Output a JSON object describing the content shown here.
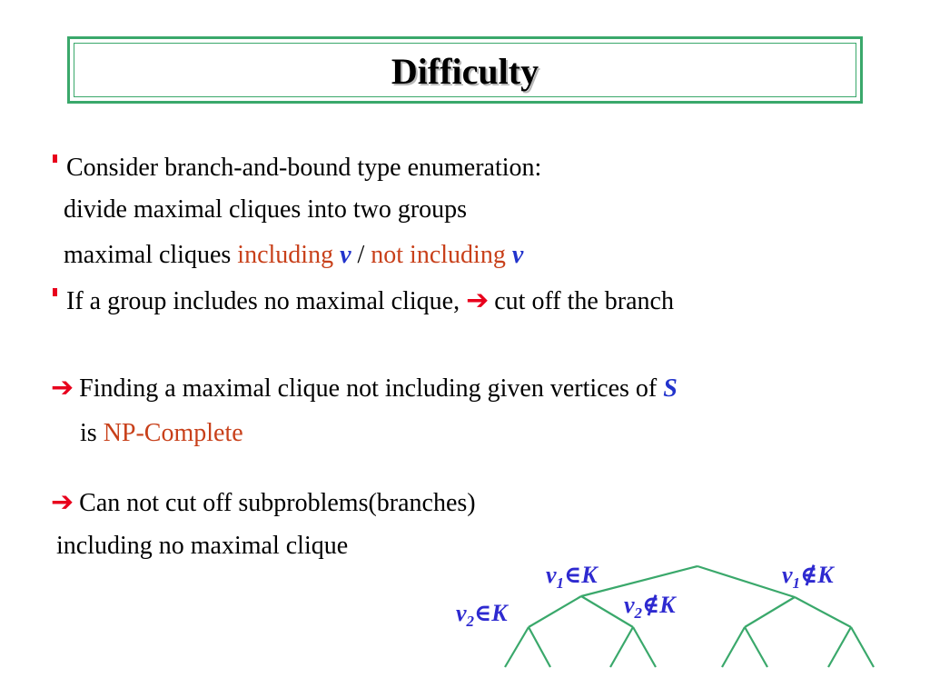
{
  "title": "Difficulty",
  "lines": {
    "l1": "Consider branch-and-bound type enumeration:",
    "l2": "divide maximal cliques into two groups",
    "l3_a": "maximal cliques ",
    "l3_b": "including",
    "l3_v1": "v",
    "l3_sep": " / ",
    "l3_c": "not including",
    "l3_v2": "v",
    "l4_a": "If a group includes no maximal clique,",
    "l4_b": "cut off the branch",
    "l5_a": "Finding a maximal clique not including given vertices of ",
    "l5_s": "S",
    "l6_a": "is ",
    "l6_b": "NP-Complete",
    "l7": "Can not cut off subproblems(branches)",
    "l8": "including no maximal clique"
  },
  "tree": {
    "v1_in_var": "v",
    "v1_in_sub": "1",
    "v1_in_rel": "∈K",
    "v1_out_var": "v",
    "v1_out_sub": "1",
    "v1_out_rel": "∉K",
    "v2_in_var": "v",
    "v2_in_sub": "2",
    "v2_in_rel": "∈K",
    "v2_out_var": "v",
    "v2_out_sub": "2",
    "v2_out_rel": "∉K"
  },
  "colors": {
    "accent": "#e8001c",
    "frame": "#3aa86b",
    "highlight": "#c8401a",
    "variable": "#2233cc"
  }
}
